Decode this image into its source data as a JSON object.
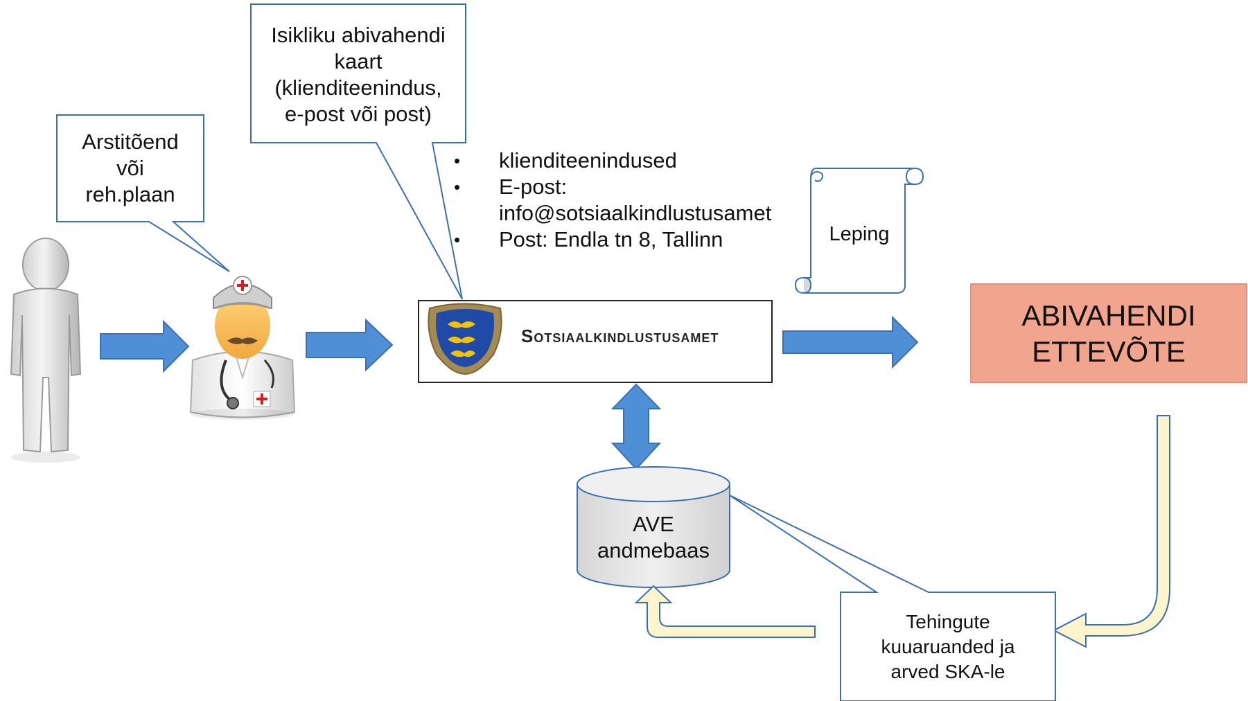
{
  "callouts": {
    "doctor_note": [
      "Arstitõend",
      "või",
      "reh.plaan"
    ],
    "personal_card": [
      "Isikliku abivahendi",
      "kaart",
      "(klienditeenindus,",
      "e-post või post)"
    ]
  },
  "contact_list": [
    "klienditeenindused",
    "E-post: info@sotsiaalkindlustusamet",
    "Post: Endla tn 8, Tallinn"
  ],
  "agency_logo_text": "Sotsiaalkindlustusamet",
  "contract_label": "Leping",
  "company_box": [
    "ABIVAHENDI",
    "ETTEVÕTE"
  ],
  "database": [
    "AVE",
    "andmebaas"
  ],
  "reports_box": [
    "Tehingute",
    "kuuaruanded ja",
    "arved SKA-le"
  ],
  "colors": {
    "arrow_blue": "#4f8fd6",
    "arrow_blue_stroke": "#3b6fae",
    "company_fill": "#f2a58e",
    "callout_stroke": "#3b6fae",
    "return_arrow_fill": "#fff5cc",
    "database_fill": "#e8e8e8"
  }
}
